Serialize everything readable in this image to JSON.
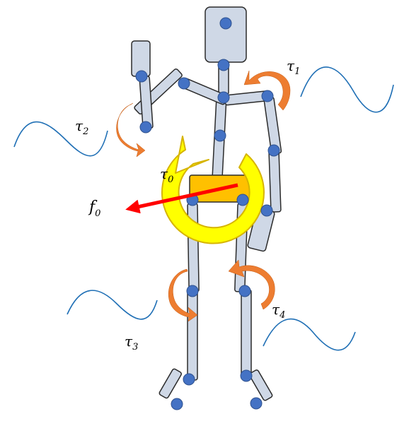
{
  "labels": {
    "tau0": {
      "symbol": "τ",
      "sub": "0"
    },
    "tau1": {
      "symbol": "τ",
      "sub": "1"
    },
    "tau2": {
      "symbol": "τ",
      "sub": "2"
    },
    "tau3": {
      "symbol": "τ",
      "sub": "3"
    },
    "tau4": {
      "symbol": "τ",
      "sub": "4"
    },
    "f0": {
      "symbol": "f",
      "sub": "0"
    }
  },
  "colors": {
    "limb_fill": "#cfd8e6",
    "limb_stroke": "#2b2b2b",
    "joint": "#4472c4",
    "joint_stroke": "#2f528f",
    "torque_arrow": "#ed7d31",
    "base_torque": "#ffff00",
    "base_torque_stroke": "#d6b400",
    "pelvis": "#ffc000",
    "force_arrow": "#ff0000",
    "wave": "#1f6fb5"
  }
}
